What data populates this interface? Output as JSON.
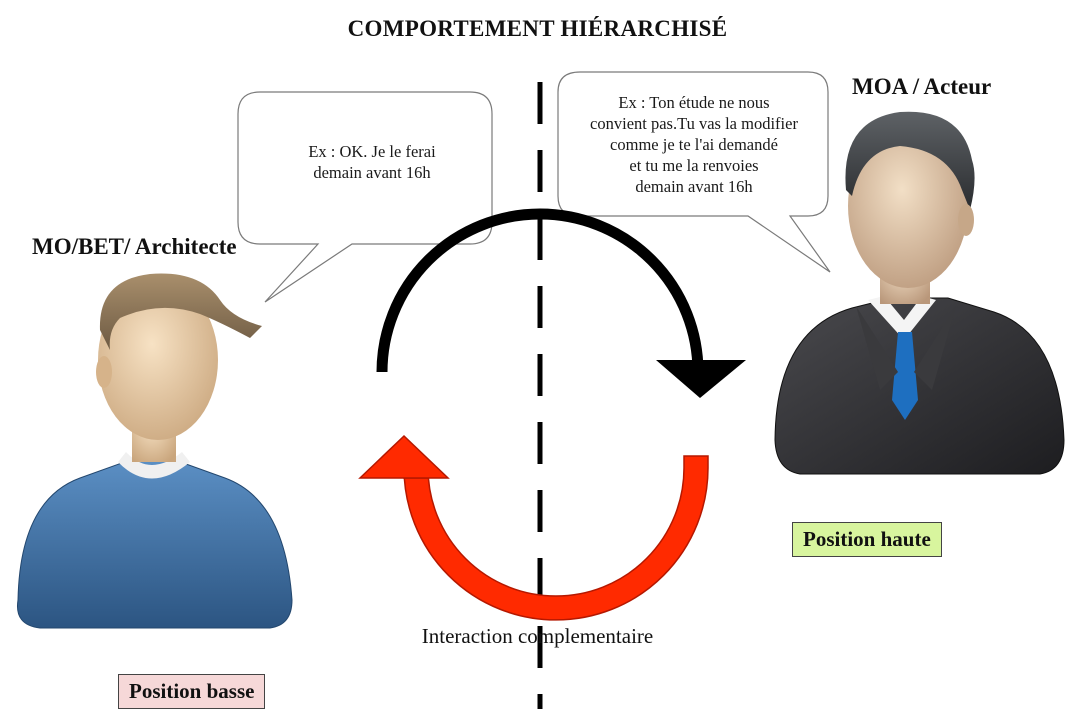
{
  "title": "COMPORTEMENT HIÉRARCHISÉ",
  "left_person": {
    "label": "MO/BET/ Architecte",
    "speech": [
      "Ex : OK. Je le ferai",
      "demain avant 16h"
    ],
    "position_badge": "Position basse",
    "badge_color": "#f6d8d8",
    "shirt_color": "#3d6fa1"
  },
  "right_person": {
    "label": "MOA / Acteur",
    "speech": [
      "Ex : Ton étude ne nous",
      "convient pas.Tu vas la modifier",
      "comme je te l'ai demandé",
      "et tu me la renvoies",
      "demain avant 16h"
    ],
    "position_badge": "Position haute",
    "badge_color": "#d8f59e",
    "suit_color": "#2e2e30",
    "tie_color": "#1e6fc0"
  },
  "cycle": {
    "caption": "Interaction complementaire",
    "top_arrow_color": "#000000",
    "bottom_arrow_color": "#ff2a00"
  }
}
